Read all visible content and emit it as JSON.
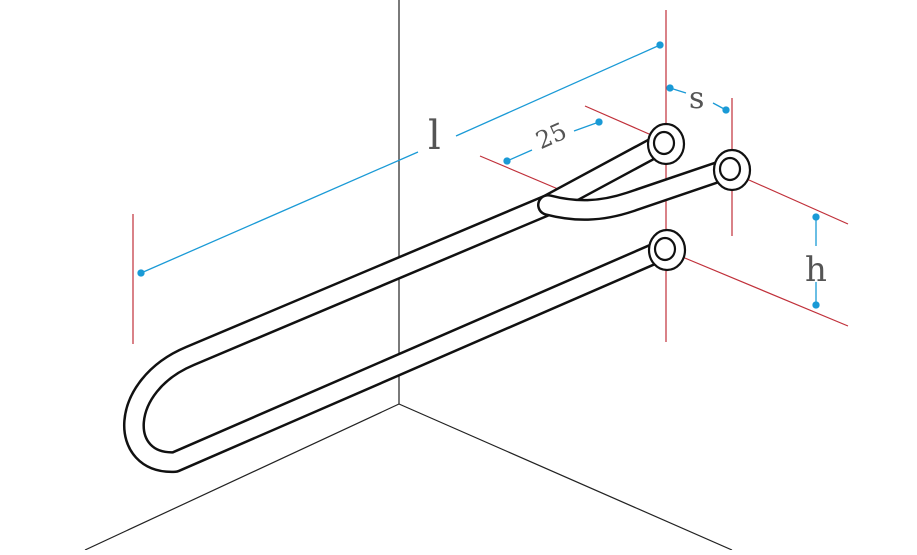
{
  "dimensions": {
    "length_label": "l",
    "handle_width_label": "25",
    "spacing_label": "s",
    "height_label": "h"
  },
  "colors": {
    "dimension_line": "#1a9ad6",
    "extension_line": "#c0303a",
    "outline": "#111111",
    "label_text": "#555555"
  }
}
